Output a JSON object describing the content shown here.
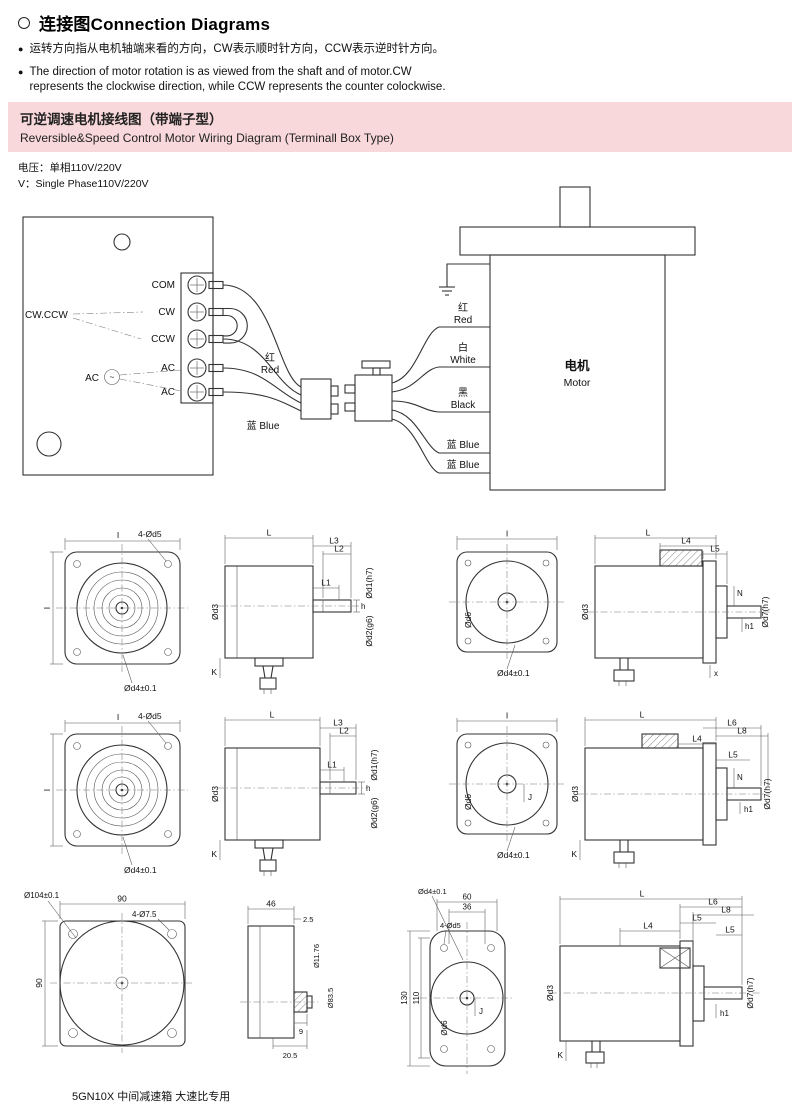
{
  "header": {
    "title": "连接图Connection Diagrams",
    "bullet_icon": "●",
    "bullet1": "运转方向指从电机轴端来看的方向，CW表示顺时针方向，CCW表示逆时针方向。",
    "bullet2_line1": "The direction of motor rotation is as viewed from the shaft and of motor.CW",
    "bullet2_line2": "represents the clockwise direction, while CCW represents the counter colockwise."
  },
  "banner": {
    "title_cn": "可逆调速电机接线图（带端子型）",
    "title_en": "Reversible&Speed Control Motor Wiring Diagram (Terminall Box Type)"
  },
  "voltage": {
    "line1": "电压：单相110V/220V",
    "line2": "V：Single Phase110V/220V"
  },
  "wiring": {
    "terminal_labels": [
      "COM",
      "CW",
      "CCW",
      "AC",
      "AC"
    ],
    "direction_label": "CW.CCW",
    "source_label": "AC",
    "source_symbol": "~",
    "wire_red_cn": "红",
    "wire_red_en": "Red",
    "wire_blue": "蓝 Blue",
    "motor_wire_red_cn": "红",
    "motor_wire_red_en": "Red",
    "motor_wire_white_cn": "白",
    "motor_wire_white_en": "White",
    "motor_wire_black_cn": "黑",
    "motor_wire_black_en": "Black",
    "motor_wire_blue1": "蓝 Blue",
    "motor_wire_blue2": "蓝 Blue",
    "motor_cn": "电机",
    "motor_en": "Motor"
  },
  "drawings": {
    "r1a": {
      "dim_top": "I",
      "dim_left": "I",
      "holes": "4-Ød5",
      "pilot": "Ød4±0.1"
    },
    "r1b": {
      "L": "L",
      "L3": "L3",
      "L2": "L2",
      "L1": "L1",
      "h": "h",
      "d1": "Ød1(h7)",
      "d2": "Ød2(g6)",
      "d3": "Ød3",
      "K": "K"
    },
    "r1c": {
      "dim_top": "I",
      "d6": "Ød6",
      "pilot": "Ød4±0.1"
    },
    "r1d": {
      "L": "L",
      "L4": "L4",
      "L5": "L5",
      "N": "N",
      "h1": "h1",
      "x": "x",
      "d3": "Ød3",
      "d7": "Ød7(h7)"
    },
    "r2a": {
      "dim_top": "I",
      "dim_left": "I",
      "holes": "4-Ød5",
      "pilot": "Ød4±0.1"
    },
    "r2b": {
      "L": "L",
      "L3": "L3",
      "L2": "L2",
      "L1": "L1",
      "h": "h",
      "d1": "Ød1(h7)",
      "d2": "Ød2(g6)",
      "d3": "Ød3",
      "K": "K"
    },
    "r2c": {
      "dim_top": "I",
      "d6": "Ød6",
      "J": "J",
      "pilot": "Ød4±0.1"
    },
    "r2d": {
      "L": "L",
      "L6": "L6",
      "L8": "L8",
      "L4": "L4",
      "L5": "L5",
      "N": "N",
      "h1": "h1",
      "K": "K",
      "d3": "Ød3",
      "d7": "Ød7(h7)"
    },
    "r3a": {
      "w": "90",
      "h": "90",
      "flange": "Ø104±0.1",
      "holes": "4-Ø7.5"
    },
    "r3b": {
      "w": "46",
      "lip": "2.5",
      "shaft_d": "Ø11.76",
      "boss_d": "Ø83.5",
      "key": "9",
      "depth": "20.5"
    },
    "r3c": {
      "w60": "60",
      "w36": "36",
      "h130": "130",
      "h110": "110",
      "pilot": "Ød4±0.1",
      "holes": "4-Ød5",
      "d6": "Ød6",
      "J": "J"
    },
    "r3d": {
      "L": "L",
      "L6": "L6",
      "L8": "L8",
      "L4": "L4",
      "L5": "L5",
      "h1": "h1",
      "K": "K",
      "d3": "Ød3",
      "d7": "Ød7(h7)"
    },
    "caption": "5GN10X 中间减速箱 大速比专用"
  },
  "colors": {
    "banner_bg": "#f8d8da",
    "line": "#333333"
  }
}
